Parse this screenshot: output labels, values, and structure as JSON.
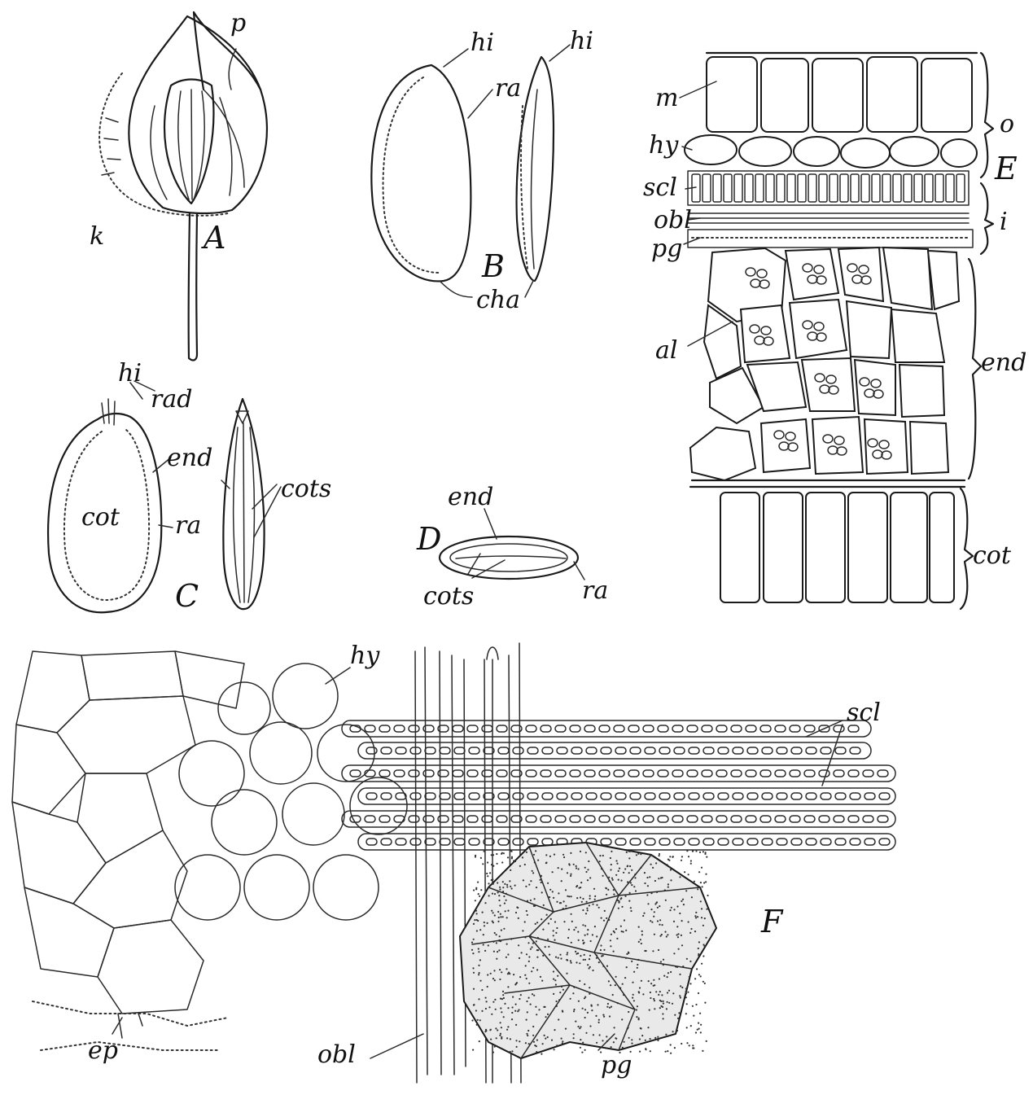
{
  "figure": {
    "panels": {
      "A": {
        "letter": "A",
        "labels": {
          "p": "p",
          "k": "k"
        }
      },
      "B": {
        "letter": "B",
        "labels": {
          "hi_left": "hi",
          "hi_right": "hi",
          "ra": "ra",
          "cha": "cha"
        }
      },
      "C": {
        "letter": "C",
        "labels": {
          "hi": "hi",
          "rad": "rad",
          "end": "end",
          "cot": "cot",
          "ra": "ra",
          "cots": "cots"
        }
      },
      "D": {
        "letter": "D",
        "labels": {
          "end": "end",
          "cots": "cots",
          "ra": "ra"
        }
      },
      "E": {
        "letter": "E",
        "labels": {
          "m": "m",
          "hy": "hy",
          "scl": "scl",
          "obl": "obl",
          "pg": "pg",
          "al": "al",
          "o": "o",
          "i": "i",
          "end": "end",
          "cot": "cot"
        }
      },
      "F": {
        "letter": "F",
        "labels": {
          "hy": "hy",
          "scl": "scl",
          "ep": "ep",
          "obl": "obl",
          "pg": "pg"
        }
      }
    }
  }
}
